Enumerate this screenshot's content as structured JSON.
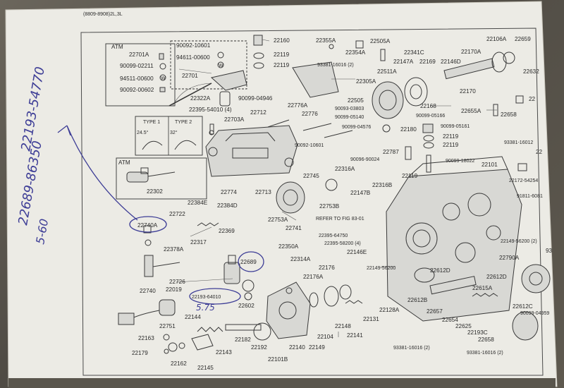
{
  "header": {
    "text": "(8809-8908)2L,3L"
  },
  "insets": {
    "atm_top": "ATM",
    "atm_left": "ATM",
    "type1": "TYPE 1",
    "type2": "TYPE 2",
    "type1_angle": "24.5°",
    "type2_angle": "32°"
  },
  "handwritten": {
    "note1": "22193-54770",
    "note2": "22689-86350",
    "note3": "5-60",
    "note4": "5.75"
  },
  "labels": [
    {
      "id": "p1",
      "text": "22701A"
    },
    {
      "id": "p2",
      "text": "90099-02211"
    },
    {
      "id": "p3",
      "text": "94511-00600"
    },
    {
      "id": "p4",
      "text": "90092-00602"
    },
    {
      "id": "p5",
      "text": "90092-10601"
    },
    {
      "id": "p6",
      "text": "94611-00600"
    },
    {
      "id": "p7",
      "text": "22701"
    },
    {
      "id": "p8",
      "text": "22322A"
    },
    {
      "id": "p9",
      "text": "22160"
    },
    {
      "id": "p10",
      "text": "22119"
    },
    {
      "id": "p11",
      "text": "22119"
    },
    {
      "id": "p12",
      "text": "22355A"
    },
    {
      "id": "p13",
      "text": "22354A"
    },
    {
      "id": "p14",
      "text": "22505A"
    },
    {
      "id": "p15",
      "text": "22106A"
    },
    {
      "id": "p16",
      "text": "22659"
    },
    {
      "id": "p17",
      "text": "22341C"
    },
    {
      "id": "p18",
      "text": "22170A"
    },
    {
      "id": "p19",
      "text": "93381-16016 (2)"
    },
    {
      "id": "p20",
      "text": "22147A"
    },
    {
      "id": "p21",
      "text": "22169"
    },
    {
      "id": "p22",
      "text": "22146D"
    },
    {
      "id": "p23",
      "text": "22511A"
    },
    {
      "id": "p24",
      "text": "22632"
    },
    {
      "id": "p25",
      "text": "22305A"
    },
    {
      "id": "p26",
      "text": "22170"
    },
    {
      "id": "p27",
      "text": "90099-04946"
    },
    {
      "id": "p28",
      "text": "22776A"
    },
    {
      "id": "p29",
      "text": "22505"
    },
    {
      "id": "p30",
      "text": "22168"
    },
    {
      "id": "p31",
      "text": "22395-54010 (4)"
    },
    {
      "id": "p32",
      "text": "22712"
    },
    {
      "id": "p33",
      "text": "22776"
    },
    {
      "id": "p34",
      "text": "90093-03803"
    },
    {
      "id": "p35",
      "text": "90099-05140"
    },
    {
      "id": "p36",
      "text": "90099-05166"
    },
    {
      "id": "p37",
      "text": "22655A"
    },
    {
      "id": "p38",
      "text": "22658"
    },
    {
      "id": "p39",
      "text": "22703A"
    },
    {
      "id": "p40",
      "text": "90099-04576"
    },
    {
      "id": "p41",
      "text": "22180"
    },
    {
      "id": "p42",
      "text": "90099-05161"
    },
    {
      "id": "p43",
      "text": "22119"
    },
    {
      "id": "p44",
      "text": "22119"
    },
    {
      "id": "p45",
      "text": "93381-16012"
    },
    {
      "id": "p46",
      "text": "90092-10601"
    },
    {
      "id": "p47",
      "text": "22787"
    },
    {
      "id": "p48",
      "text": "90096-90024"
    },
    {
      "id": "p49",
      "text": "90099-18022"
    },
    {
      "id": "p50",
      "text": "22316A"
    },
    {
      "id": "p51",
      "text": "22119"
    },
    {
      "id": "p52",
      "text": "22101"
    },
    {
      "id": "p53",
      "text": "22745"
    },
    {
      "id": "p54",
      "text": "22172-54254"
    },
    {
      "id": "p55",
      "text": "22316B"
    },
    {
      "id": "p56",
      "text": "22302"
    },
    {
      "id": "p57",
      "text": "22774"
    },
    {
      "id": "p58",
      "text": "22713"
    },
    {
      "id": "p59",
      "text": "22147B"
    },
    {
      "id": "p60",
      "text": "91811-6081"
    },
    {
      "id": "p61",
      "text": "22384E"
    },
    {
      "id": "p62",
      "text": "22384D"
    },
    {
      "id": "p63",
      "text": "22753B"
    },
    {
      "id": "p64",
      "text": "22722"
    },
    {
      "id": "p65",
      "text": "22753A"
    },
    {
      "id": "p66",
      "text": "22741"
    },
    {
      "id": "p67",
      "text": "REFER TO FIG 83-01"
    },
    {
      "id": "p68",
      "text": "22740A"
    },
    {
      "id": "p69",
      "text": "22369"
    },
    {
      "id": "p70",
      "text": "22395-64750"
    },
    {
      "id": "p71",
      "text": "22395-58200 (4)"
    },
    {
      "id": "p72",
      "text": "22149-56200 (2)"
    },
    {
      "id": "p73",
      "text": "22317"
    },
    {
      "id": "p74",
      "text": "22350A"
    },
    {
      "id": "p75",
      "text": "22146E"
    },
    {
      "id": "p76",
      "text": "22378A"
    },
    {
      "id": "p77",
      "text": "22314A"
    },
    {
      "id": "p78",
      "text": "22790A"
    },
    {
      "id": "p79",
      "text": "22689"
    },
    {
      "id": "p80",
      "text": "22176"
    },
    {
      "id": "p81",
      "text": "22149-56200"
    },
    {
      "id": "p82",
      "text": "22612D"
    },
    {
      "id": "p83",
      "text": "22176A"
    },
    {
      "id": "p84",
      "text": "22612D"
    },
    {
      "id": "p85",
      "text": "22726"
    },
    {
      "id": "p86",
      "text": "22019"
    },
    {
      "id": "p87",
      "text": "22740"
    },
    {
      "id": "p88",
      "text": "22193-64010"
    },
    {
      "id": "p89",
      "text": "22602"
    },
    {
      "id": "p90",
      "text": "22612B"
    },
    {
      "id": "p91",
      "text": "22615A"
    },
    {
      "id": "p92",
      "text": "22128A"
    },
    {
      "id": "p93",
      "text": "22657"
    },
    {
      "id": "p94",
      "text": "22612C"
    },
    {
      "id": "p95",
      "text": "90099-04959"
    },
    {
      "id": "p96",
      "text": "22144"
    },
    {
      "id": "p97",
      "text": "22131"
    },
    {
      "id": "p98",
      "text": "22654"
    },
    {
      "id": "p99",
      "text": "22751"
    },
    {
      "id": "p100",
      "text": "22148"
    },
    {
      "id": "p101",
      "text": "22625"
    },
    {
      "id": "p102",
      "text": "22193C"
    },
    {
      "id": "p103",
      "text": "22163"
    },
    {
      "id": "p104",
      "text": "22104"
    },
    {
      "id": "p105",
      "text": "22141"
    },
    {
      "id": "p106",
      "text": "22658"
    },
    {
      "id": "p107",
      "text": "22182"
    },
    {
      "id": "p108",
      "text": "22179"
    },
    {
      "id": "p109",
      "text": "22143"
    },
    {
      "id": "p110",
      "text": "22192"
    },
    {
      "id": "p111",
      "text": "22140"
    },
    {
      "id": "p112",
      "text": "22149"
    },
    {
      "id": "p113",
      "text": "93381-16016 (2)"
    },
    {
      "id": "p114",
      "text": "93381-16016 (2)"
    },
    {
      "id": "p115",
      "text": "22162"
    },
    {
      "id": "p116",
      "text": "22145"
    },
    {
      "id": "p117",
      "text": "22101B"
    },
    {
      "id": "p118",
      "text": "22"
    },
    {
      "id": "p119",
      "text": "22"
    },
    {
      "id": "p120",
      "text": "93"
    }
  ]
}
